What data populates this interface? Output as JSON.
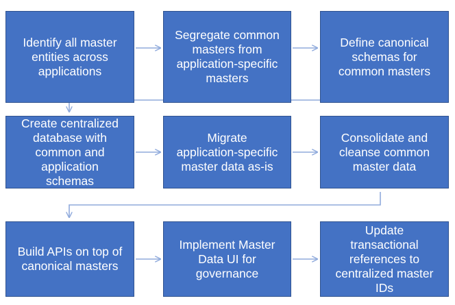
{
  "colors": {
    "box_fill": "#4472c4",
    "box_border": "#2f528f",
    "box_text": "#ffffff",
    "arrow": "#8faadc"
  },
  "steps": [
    {
      "lines": [
        "Identify all master",
        "entities across",
        "applications"
      ]
    },
    {
      "lines": [
        "Segregate common",
        "masters from",
        "application-specific",
        "masters"
      ]
    },
    {
      "lines": [
        "Define canonical",
        "schemas for",
        "common masters"
      ]
    },
    {
      "lines": [
        "Create centralized",
        "database with",
        "common and",
        "application",
        "schemas"
      ]
    },
    {
      "lines": [
        "Migrate",
        "application-specific",
        "master data as-is"
      ]
    },
    {
      "lines": [
        "Consolidate and",
        "cleanse common",
        "master data"
      ]
    },
    {
      "lines": [
        "Build APIs on top of",
        "canonical masters"
      ]
    },
    {
      "lines": [
        "Implement Master",
        "Data UI for",
        "governance"
      ]
    },
    {
      "lines": [
        "Update",
        "transactional",
        "references to",
        "centralized master",
        "IDs"
      ]
    }
  ]
}
